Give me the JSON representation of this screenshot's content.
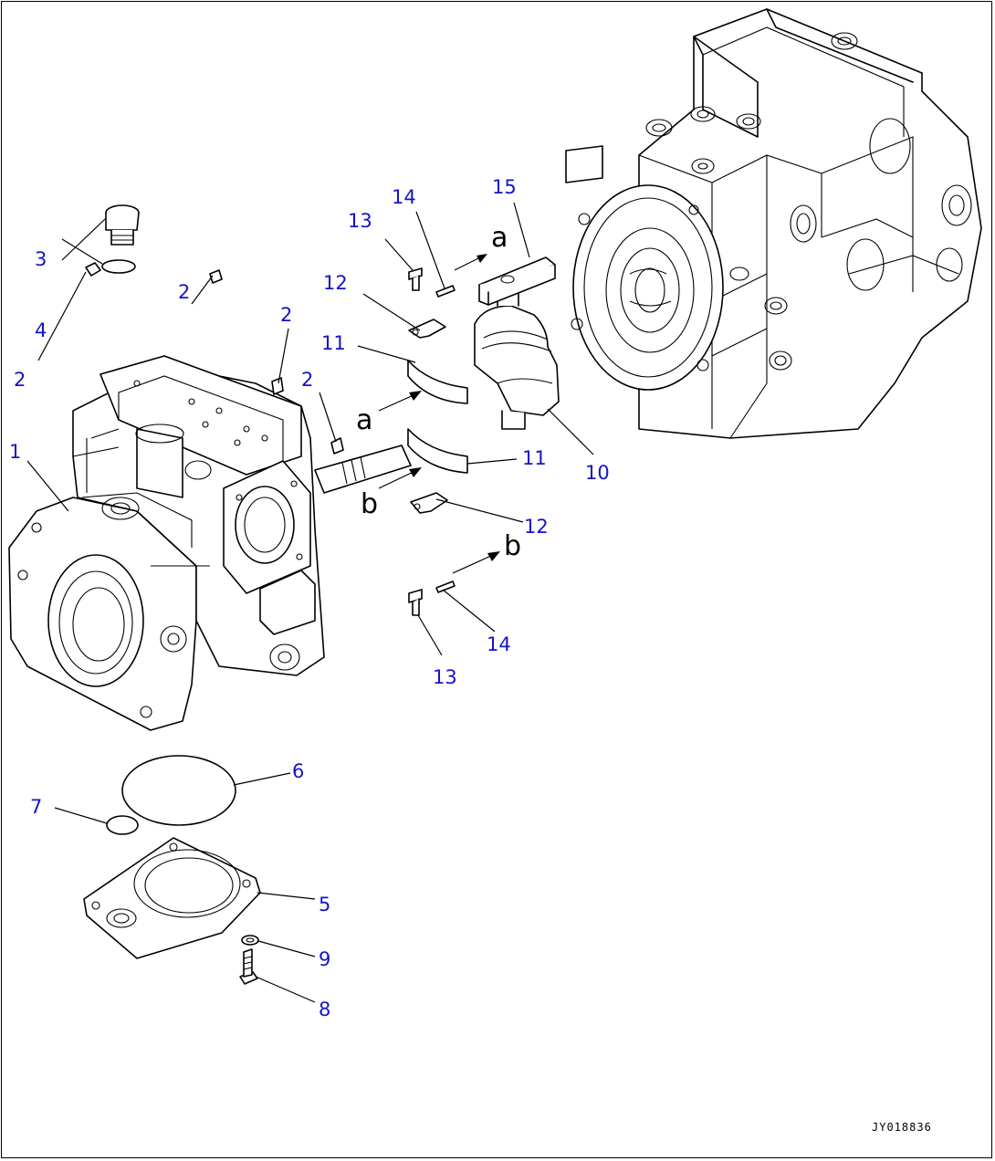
{
  "callouts": [
    {
      "id": "c1",
      "text": "1"
    },
    {
      "id": "c2a",
      "text": "2"
    },
    {
      "id": "c2b",
      "text": "2"
    },
    {
      "id": "c2c",
      "text": "2"
    },
    {
      "id": "c2d",
      "text": "2"
    },
    {
      "id": "c3",
      "text": "3"
    },
    {
      "id": "c4",
      "text": "4"
    },
    {
      "id": "c5",
      "text": "5"
    },
    {
      "id": "c6",
      "text": "6"
    },
    {
      "id": "c7",
      "text": "7"
    },
    {
      "id": "c8",
      "text": "8"
    },
    {
      "id": "c9",
      "text": "9"
    },
    {
      "id": "c10",
      "text": "10"
    },
    {
      "id": "c11a",
      "text": "11"
    },
    {
      "id": "c11b",
      "text": "11"
    },
    {
      "id": "c12a",
      "text": "12"
    },
    {
      "id": "c12b",
      "text": "12"
    },
    {
      "id": "c13a",
      "text": "13"
    },
    {
      "id": "c13b",
      "text": "13"
    },
    {
      "id": "c14a",
      "text": "14"
    },
    {
      "id": "c14b",
      "text": "14"
    },
    {
      "id": "c15",
      "text": "15"
    }
  ],
  "ref_letters": {
    "a1": "a",
    "a2": "a",
    "b1": "b",
    "b2": "b"
  },
  "doc_id": "JY018836",
  "colors": {
    "callout": "#1414c8",
    "line": "#000000"
  }
}
